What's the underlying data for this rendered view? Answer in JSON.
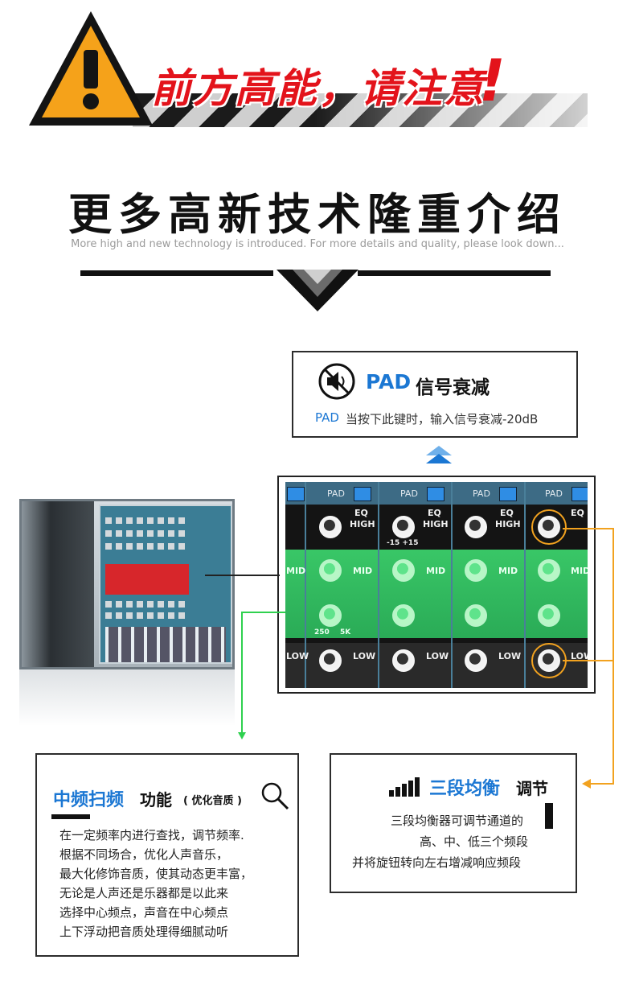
{
  "banner": {
    "title": "前方高能，请注意",
    "exclaim": "!"
  },
  "section": {
    "title": "更多高新技术隆重介绍",
    "subtitle": "More high and new technology is introduced. For more details and quality, please look down..."
  },
  "pad_card": {
    "title_accent": "PAD",
    "title_rest": "信号衰减",
    "desc_accent": "PAD",
    "desc_rest": "当按下此键时，输入信号衰减-20dB",
    "icon": "speaker-mute-icon"
  },
  "mixer_panel": {
    "pad_label": "PAD",
    "eq_label": "EQ",
    "high_label": "HIGH",
    "mid_label": "MID",
    "low_label": "LOW",
    "range_label": "-15 +15",
    "freq_low": "250",
    "freq_high": "5K"
  },
  "mid_card": {
    "title_accent": "中频扫频",
    "title_rest": "功能",
    "title_note": "( 优化音质 )",
    "icon": "magnifier-icon",
    "lines": [
      "在一定频率内进行查找，调节频率.",
      "根据不同场合，优化人声音乐，",
      "最大化修饰音质，使其动态更丰富，",
      "无论是人声还是乐器都是以此来",
      "选择中心频点，声音在中心频点",
      "上下浮动把音质处理得细腻动听"
    ]
  },
  "eq_card": {
    "title_accent": "三段均衡",
    "title_rest": "调节",
    "icon": "equalizer-bars-icon",
    "lines": [
      "三段均衡器可调节通道的",
      "高、中、低三个频段",
      "并将旋钮转向左右增减响应频段"
    ]
  },
  "colors": {
    "accent_blue": "#1b77d3",
    "warning_red": "#e3131b",
    "warning_orange": "#f5a21a",
    "mid_green": "#3bd06b",
    "connector_orange": "#f2a21f",
    "connector_green": "#2fd14f"
  }
}
